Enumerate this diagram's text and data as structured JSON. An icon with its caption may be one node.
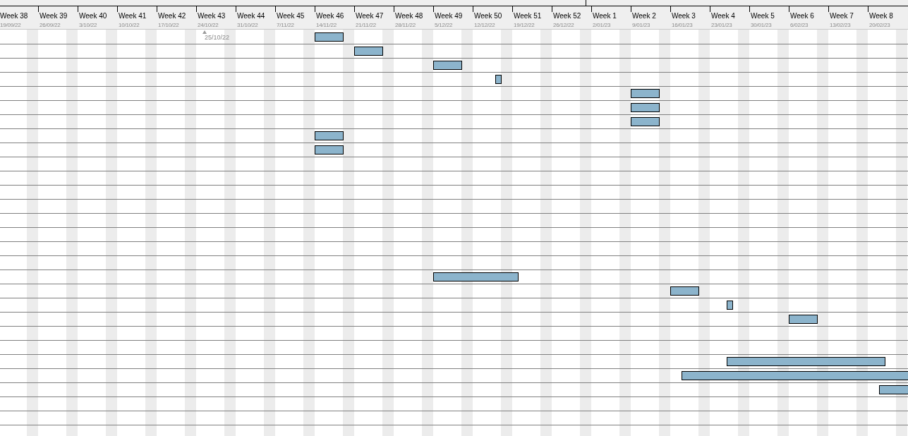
{
  "diagram": {
    "nodes": [
      {
        "text": [],
        "shape": "bar"
      },
      {
        "text": [],
        "shape": "bar"
      },
      {
        "text": [],
        "shape": "bar"
      },
      {
        "text": [],
        "shape": "bar"
      },
      {
        "text": [],
        "shape": "bar"
      },
      {
        "text": [],
        "shape": "bar"
      },
      {
        "text": [],
        "shape": "bar"
      },
      {
        "text": [],
        "shape": "bar"
      },
      {
        "text": [],
        "shape": "bar"
      },
      {
        "text": [],
        "shape": "bar"
      },
      {
        "text": [],
        "shape": "bar"
      },
      {
        "text": [],
        "shape": "bar"
      },
      {
        "text": [],
        "shape": "bar"
      },
      {
        "text": [],
        "shape": "bar"
      },
      {
        "text": [],
        "shape": "bar"
      },
      {
        "text": [],
        "shape": "bar"
      }
    ],
    "labels": [
      "Week 38",
      "Week 39",
      "Week 40",
      "Week 41",
      "Week 42",
      "Week 43",
      "Week 44",
      "Week 45",
      "Week 46",
      "Week 47",
      "Week 48",
      "Week 49",
      "Week 50",
      "Week 51",
      "Week 52",
      "Week 1",
      "Week 2",
      "Week 3",
      "Week 4",
      "Week 5",
      "Week 6",
      "Week 7",
      "Week 8",
      "19/09/22",
      "26/09/22",
      "3/10/22",
      "10/10/22",
      "17/10/22",
      "24/10/22",
      "31/10/22",
      "7/11/22",
      "14/11/22",
      "21/11/22",
      "28/11/22",
      "5/12/22",
      "12/12/22",
      "19/12/22",
      "26/12/22",
      "2/01/23",
      "9/01/23",
      "16/01/23",
      "23/01/23",
      "30/01/23",
      "6/02/23",
      "13/02/23",
      "20/02/23",
      "25/10/22"
    ]
  }
}
